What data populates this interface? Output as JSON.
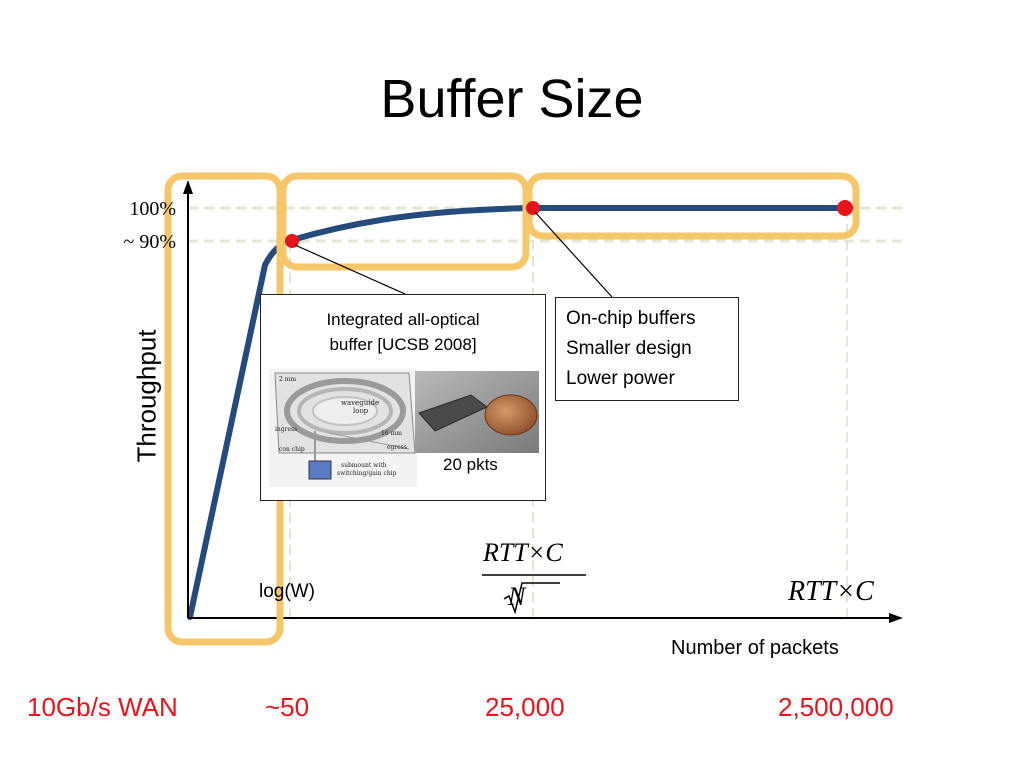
{
  "slide": {
    "title": "Buffer Size"
  },
  "chart": {
    "y_ticks": [
      "100%",
      "~ 90%"
    ],
    "y_label": "Throughput",
    "x_label": "Number of packets",
    "x_marker_label": "log(W)",
    "formula_fraction": {
      "numerator": "RTT×C",
      "denominator": "N"
    },
    "formula_right": "RTT×C",
    "colors": {
      "curve": "#254a7c",
      "highlight": "#f6c76a",
      "point": "#e8141c",
      "grid": "#e3e6d4"
    }
  },
  "callouts": {
    "optical": {
      "caption_line1": "Integrated all-optical",
      "caption_line2": "buffer [UCSB 2008]",
      "pkts": "20 pkts",
      "diagram_labels": {
        "waveguide": "waveguide",
        "loop": "loop",
        "size_top": "2 mm",
        "size_right": "16 mm",
        "ingress": "ingress",
        "egress": "egress",
        "chip": "con chip",
        "submount1": "submount with",
        "submount2": "switching/gain chip"
      }
    },
    "onchip": {
      "line1": "On-chip buffers",
      "line2": "Smaller design",
      "line3": "Lower power"
    }
  },
  "bottom_row": {
    "label": "10Gb/s WAN",
    "values": [
      "~50",
      "25,000",
      "2,500,000"
    ]
  }
}
